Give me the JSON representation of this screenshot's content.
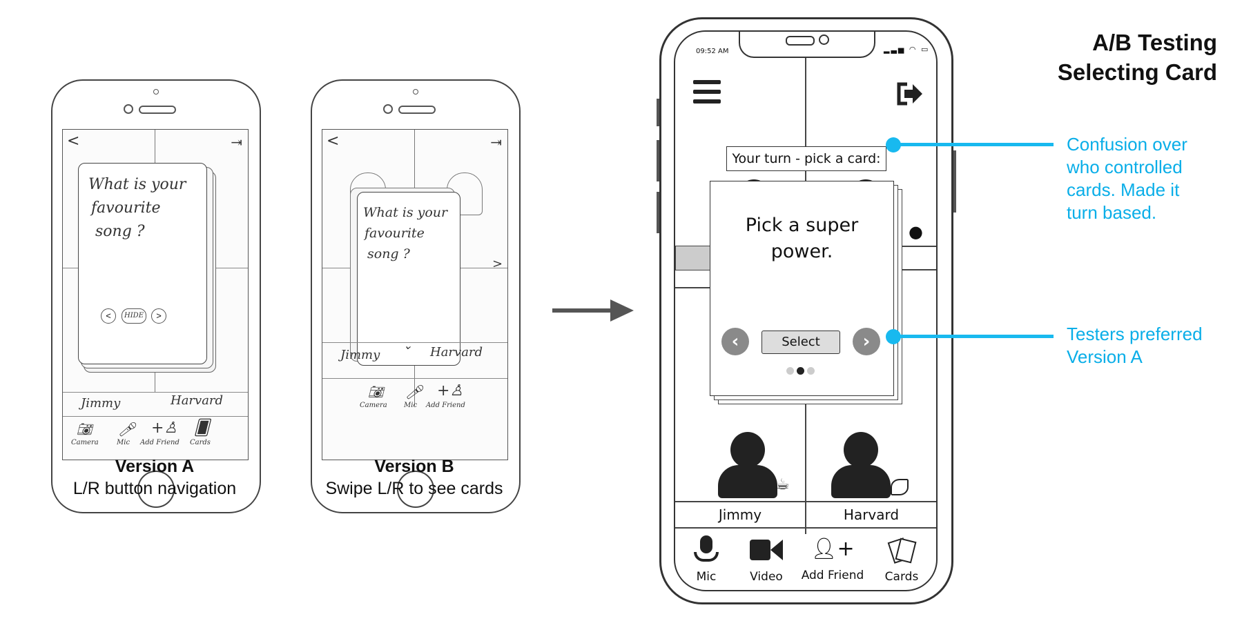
{
  "title": {
    "line1": "A/B Testing",
    "line2": "Selecting Card"
  },
  "versionA": {
    "caption_title": "Version A",
    "caption_sub": "L/R button navigation",
    "card_text": [
      "What is your",
      "favourite",
      "song ?"
    ],
    "hide_label": "HIDE",
    "names": [
      "Jimmy",
      "Harvard"
    ],
    "toolbar": [
      "Camera",
      "Mic",
      "Add Friend",
      "Cards"
    ]
  },
  "versionB": {
    "caption_title": "Version B",
    "caption_sub": "Swipe L/R to see cards",
    "card_text": [
      "What is your",
      "favourite",
      "song ?"
    ],
    "names": [
      "Jimmy",
      "Harvard"
    ],
    "toolbar": [
      "Camera",
      "Mic",
      "Add Friend"
    ]
  },
  "mockup": {
    "time": "09:52 AM",
    "turn_label": "Your turn - pick a card:",
    "card_prompt_line1": "Pick a super",
    "card_prompt_line2": "power.",
    "select_label": "Select",
    "names": [
      "Jimmy",
      "Harvard"
    ],
    "toolbar": [
      "Mic",
      "Video",
      "Add Friend",
      "Cards"
    ]
  },
  "notes": {
    "note1": [
      "Confusion over",
      "who controlled",
      "cards. Made it",
      "turn based."
    ],
    "note2": [
      "Testers preferred",
      "Version A"
    ]
  },
  "colors": {
    "accent": "#18b9ef",
    "note_text": "#0aaee8",
    "mock_dark": "#222222"
  }
}
